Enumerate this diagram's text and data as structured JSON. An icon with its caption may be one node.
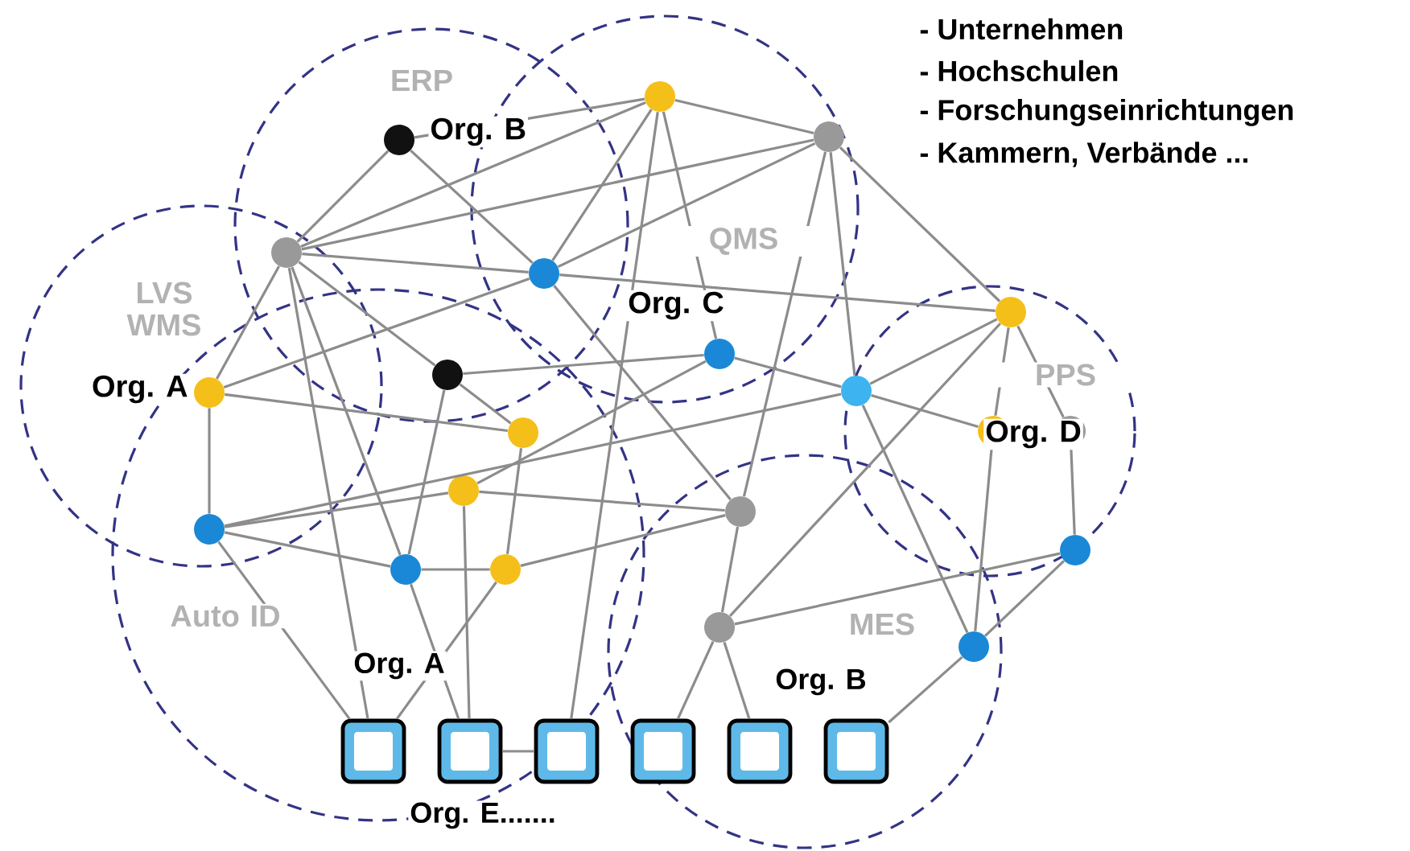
{
  "diagram": {
    "nodes": [
      {
        "text": [],
        "shape": "circle",
        "beside": [
          "Org. B"
        ]
      },
      {
        "text": [],
        "shape": "circle"
      },
      {
        "text": [],
        "shape": "circle"
      },
      {
        "text": [],
        "shape": "circle"
      },
      {
        "text": [],
        "shape": "circle"
      },
      {
        "text": [],
        "shape": "circle"
      },
      {
        "text": [],
        "shape": "circle",
        "beside": [
          "Org. C"
        ]
      },
      {
        "text": [],
        "shape": "circle"
      },
      {
        "text": [],
        "shape": "circle",
        "beside": [
          "Org. A"
        ]
      },
      {
        "text": [],
        "shape": "circle"
      },
      {
        "text": [],
        "shape": "circle"
      },
      {
        "text": [],
        "shape": "circle",
        "beside": [
          "Org. D"
        ]
      },
      {
        "text": [],
        "shape": "circle"
      },
      {
        "text": [],
        "shape": "circle"
      },
      {
        "text": [],
        "shape": "circle"
      },
      {
        "text": [],
        "shape": "circle"
      },
      {
        "text": [],
        "shape": "circle"
      },
      {
        "text": [],
        "shape": "circle"
      },
      {
        "text": [],
        "shape": "circle"
      },
      {
        "text": [],
        "shape": "circle"
      },
      {
        "text": [],
        "shape": "circle"
      },
      {
        "text": [],
        "shape": "box"
      },
      {
        "text": [],
        "shape": "box"
      },
      {
        "text": [],
        "shape": "box"
      },
      {
        "text": [],
        "shape": "box"
      },
      {
        "text": [],
        "shape": "box"
      },
      {
        "text": [],
        "shape": "box"
      }
    ],
    "edges": [
      {
        "from": 0,
        "to": 3,
        "arrow": "none"
      },
      {
        "from": 0,
        "to": 4,
        "arrow": "none"
      },
      {
        "from": 0,
        "to": 1,
        "arrow": "none"
      },
      {
        "from": 3,
        "to": 1,
        "arrow": "none"
      },
      {
        "from": 3,
        "to": 2,
        "arrow": "none"
      },
      {
        "from": 3,
        "to": 4,
        "arrow": "none"
      },
      {
        "from": 3,
        "to": 7,
        "arrow": "none"
      },
      {
        "from": 3,
        "to": 8,
        "arrow": "none"
      },
      {
        "from": 3,
        "to": 17,
        "arrow": "none"
      },
      {
        "from": 1,
        "to": 2,
        "arrow": "none"
      },
      {
        "from": 1,
        "to": 4,
        "arrow": "none"
      },
      {
        "from": 1,
        "to": 6,
        "arrow": "none"
      },
      {
        "from": 1,
        "to": 23,
        "arrow": "none"
      },
      {
        "from": 2,
        "to": 4,
        "arrow": "none"
      },
      {
        "from": 2,
        "to": 14,
        "arrow": "none"
      },
      {
        "from": 2,
        "to": 5,
        "arrow": "none"
      },
      {
        "from": 2,
        "to": 9,
        "arrow": "none"
      },
      {
        "from": 4,
        "to": 5,
        "arrow": "none"
      },
      {
        "from": 4,
        "to": 8,
        "arrow": "none"
      },
      {
        "from": 4,
        "to": 14,
        "arrow": "none"
      },
      {
        "from": 5,
        "to": 9,
        "arrow": "none"
      },
      {
        "from": 5,
        "to": 11,
        "arrow": "none"
      },
      {
        "from": 5,
        "to": 12,
        "arrow": "none"
      },
      {
        "from": 5,
        "to": 19,
        "arrow": "none"
      },
      {
        "from": 6,
        "to": 7,
        "arrow": "none"
      },
      {
        "from": 6,
        "to": 13,
        "arrow": "none"
      },
      {
        "from": 6,
        "to": 9,
        "arrow": "none"
      },
      {
        "from": 7,
        "to": 10,
        "arrow": "none"
      },
      {
        "from": 7,
        "to": 17,
        "arrow": "none"
      },
      {
        "from": 8,
        "to": 15,
        "arrow": "none"
      },
      {
        "from": 8,
        "to": 10,
        "arrow": "none"
      },
      {
        "from": 9,
        "to": 11,
        "arrow": "none"
      },
      {
        "from": 9,
        "to": 20,
        "arrow": "none"
      },
      {
        "from": 9,
        "to": 15,
        "arrow": "none"
      },
      {
        "from": 10,
        "to": 18,
        "arrow": "none"
      },
      {
        "from": 11,
        "to": 20,
        "arrow": "none"
      },
      {
        "from": 12,
        "to": 16,
        "arrow": "none"
      },
      {
        "from": 13,
        "to": 15,
        "arrow": "none"
      },
      {
        "from": 13,
        "to": 14,
        "arrow": "none"
      },
      {
        "from": 13,
        "to": 22,
        "arrow": "none"
      },
      {
        "from": 14,
        "to": 19,
        "arrow": "none"
      },
      {
        "from": 14,
        "to": 18,
        "arrow": "none"
      },
      {
        "from": 15,
        "to": 17,
        "arrow": "none"
      },
      {
        "from": 15,
        "to": 21,
        "arrow": "none"
      },
      {
        "from": 17,
        "to": 18,
        "arrow": "none"
      },
      {
        "from": 17,
        "to": 22,
        "arrow": "none"
      },
      {
        "from": 18,
        "to": 21,
        "arrow": "none"
      },
      {
        "from": 19,
        "to": 24,
        "arrow": "none"
      },
      {
        "from": 19,
        "to": 16,
        "arrow": "none"
      },
      {
        "from": 19,
        "to": 25,
        "arrow": "none"
      },
      {
        "from": 16,
        "to": 20,
        "arrow": "none"
      },
      {
        "from": 20,
        "to": 26,
        "arrow": "none"
      },
      {
        "from": 22,
        "to": 23,
        "arrow": "none"
      },
      {
        "from": 3,
        "to": 21,
        "arrow": "none"
      }
    ],
    "labels": [
      "- Unternehmen",
      "- Hochschulen",
      "- Forschungseinrichtungen",
      "- Kammern, Verbände ...",
      "ERP",
      "QMS",
      "LVS WMS",
      "PPS",
      "Auto ID",
      "MES",
      "Org. A",
      "Org. B",
      "Org. E......."
    ]
  }
}
